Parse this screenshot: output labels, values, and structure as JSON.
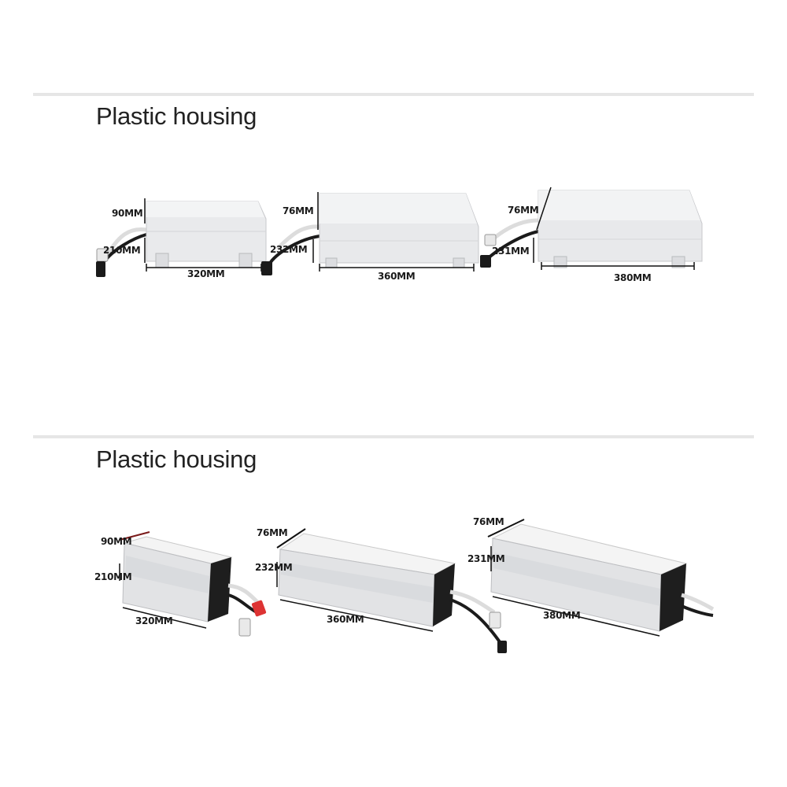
{
  "sections": [
    {
      "title": "Plastic housing",
      "products": [
        {
          "height": "90MM",
          "width": "210MM",
          "length": "320MM"
        },
        {
          "height": "76MM",
          "width": "232MM",
          "length": "360MM"
        },
        {
          "height": "76MM",
          "width": "231MM",
          "length": "380MM"
        }
      ]
    },
    {
      "title": "Plastic housing",
      "products": [
        {
          "height": "90MM",
          "width": "210MM",
          "length": "320MM"
        },
        {
          "height": "76MM",
          "width": "232MM",
          "length": "360MM"
        },
        {
          "height": "76MM",
          "width": "231MM",
          "length": "380MM"
        }
      ]
    }
  ]
}
